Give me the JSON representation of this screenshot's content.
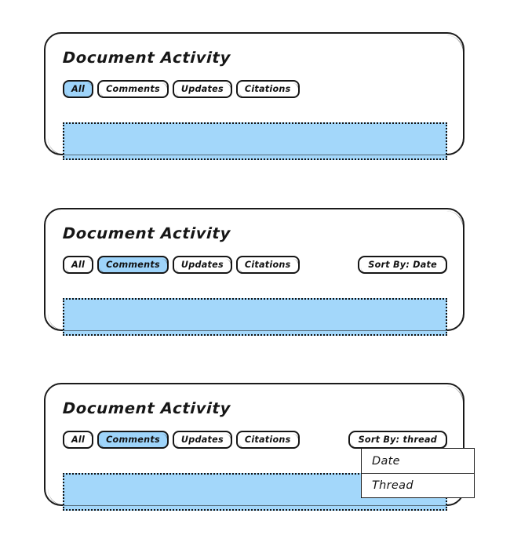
{
  "meta": {
    "colors": {
      "accent_blue": "#9ed4fa",
      "content_fill": "#a3d7fa",
      "ink": "#161616",
      "page_background": "#ffffff"
    }
  },
  "panels": [
    {
      "title": "Document Activity",
      "tabs": [
        {
          "label": "All",
          "active": true
        },
        {
          "label": "Comments",
          "active": false
        },
        {
          "label": "Updates",
          "active": false
        },
        {
          "label": "Citations",
          "active": false
        }
      ],
      "sort_button": null,
      "content_placeholder": ""
    },
    {
      "title": "Document Activity",
      "tabs": [
        {
          "label": "All",
          "active": false
        },
        {
          "label": "Comments",
          "active": true
        },
        {
          "label": "Updates",
          "active": false
        },
        {
          "label": "Citations",
          "active": false
        }
      ],
      "sort_button": {
        "label": "Sort By: Date"
      },
      "content_placeholder": ""
    },
    {
      "title": "Document Activity",
      "tabs": [
        {
          "label": "All",
          "active": false
        },
        {
          "label": "Comments",
          "active": true
        },
        {
          "label": "Updates",
          "active": false
        },
        {
          "label": "Citations",
          "active": false
        }
      ],
      "sort_button": {
        "label": "Sort By: thread"
      },
      "content_placeholder": ""
    }
  ],
  "sort_dropdown": {
    "open": true,
    "options": [
      {
        "label": "Date"
      },
      {
        "label": "Thread"
      }
    ]
  }
}
